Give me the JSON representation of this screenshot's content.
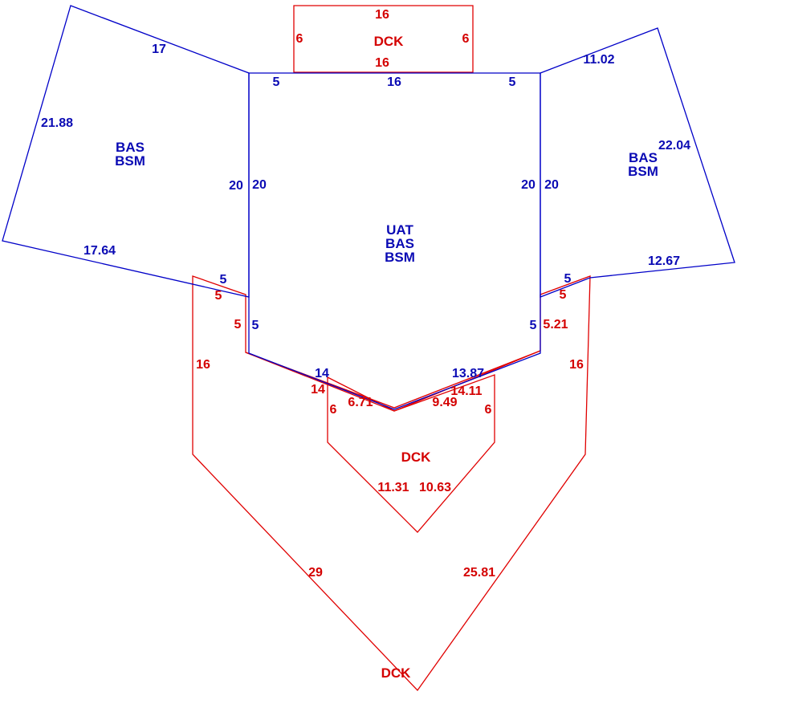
{
  "colors": {
    "upper_level": "#0000c8",
    "deck_level": "#e00000"
  },
  "areas": {
    "center": [
      "UAT",
      "BAS",
      "BSM"
    ],
    "left_wing": [
      "BAS",
      "BSM"
    ],
    "right_wing": [
      "BAS",
      "BSM"
    ],
    "top_deck": "DCK",
    "small_deck": "DCK",
    "large_deck": "DCK"
  },
  "dimensions": {
    "top_deck": {
      "top": "16",
      "left": "6",
      "right": "6",
      "bottom": "16"
    },
    "center": {
      "top": "16",
      "top_left": "5",
      "top_right": "5",
      "left_outer": "20",
      "left_inner": "20",
      "right_inner": "20",
      "right_outer": "20",
      "lower_left": "5",
      "lower_right": "5",
      "bottom_left": "14",
      "bottom_right": "13.87"
    },
    "left_wing": {
      "top": "17",
      "left": "21.88",
      "bottom": "17.64",
      "inner": "5"
    },
    "right_wing": {
      "top": "11.02",
      "right": "22.04",
      "bottom": "12.67",
      "inner": "5"
    },
    "large_deck": {
      "left_top": "5",
      "left_inner": "5",
      "left_side": "16",
      "diag_left": "29",
      "diag_right": "25.81",
      "right_side": "16",
      "right_top": "5",
      "right_inner": "5.21",
      "notch_left": "14",
      "notch_right": "14.11"
    },
    "small_deck": {
      "left": "6",
      "right": "6",
      "top_left": "6.71",
      "top_right": "9.49",
      "bottom_left": "11.31",
      "bottom_right": "10.63"
    }
  }
}
